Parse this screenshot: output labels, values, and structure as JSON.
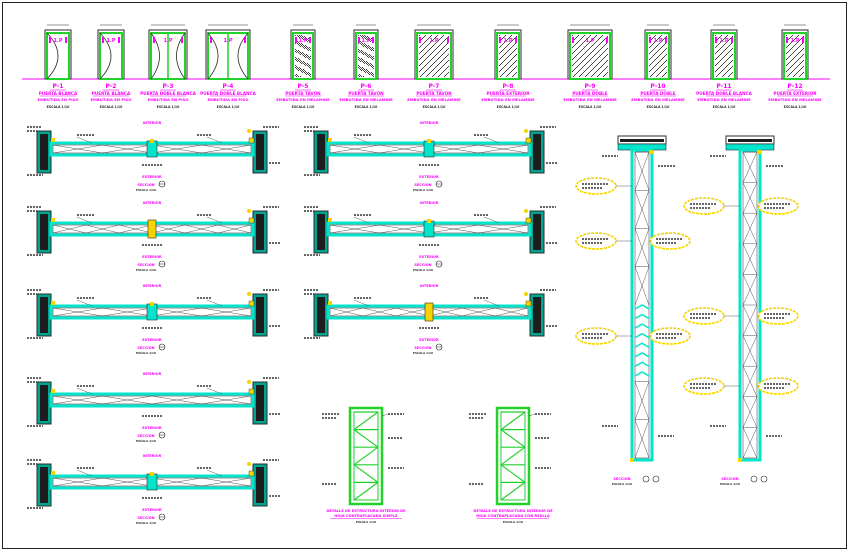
{
  "doors": [
    {
      "tag": "P-1",
      "title": "PUERTA BLANCA",
      "sub": "EMBUTIDA EN PISO",
      "dim": "1.P",
      "type": "single",
      "width": 22
    },
    {
      "tag": "P-2",
      "title": "PUERTA BLANCA",
      "sub": "EMBUTIDA EN PISO",
      "dim": "1.P",
      "type": "single",
      "width": 22
    },
    {
      "tag": "P-3",
      "title": "PUERTA DOBLE BLANCA",
      "sub": "EMBUTIDA EN PISO",
      "dim": "1.P",
      "type": "double",
      "width": 34
    },
    {
      "tag": "P-4",
      "title": "PUERTA DOBLE BLANCA",
      "sub": "EMBUTIDA EN PISO",
      "dim": "1.P",
      "type": "double",
      "width": 40
    },
    {
      "tag": "P-5",
      "title": "PUERTA TAVON",
      "sub": "EMBUTIDA EN MELAMINE",
      "dim": "1.P",
      "type": "dotted",
      "width": 20
    },
    {
      "tag": "P-6",
      "title": "PUERTA TAVON",
      "sub": "EMBUTIDA EN MELAMINE",
      "dim": "1.P",
      "type": "dotted",
      "width": 20
    },
    {
      "tag": "P-7",
      "title": "PUERTA TAVON",
      "sub": "EMBUTIDA EN MELAMINE",
      "dim": "1.P",
      "type": "dotted",
      "width": 34
    },
    {
      "tag": "P-8",
      "title": "PUERTA EXTERIOR",
      "sub": "EMBUTIDA EN MELAMINE",
      "dim": "1.P",
      "type": "dotted",
      "width": 22
    },
    {
      "tag": "P-9",
      "title": "PUERTA DOBLE",
      "sub": "EMBUTIDA EN MELAMINE",
      "dim": "1.P",
      "type": "dotted",
      "width": 40
    },
    {
      "tag": "P-10",
      "title": "PUERTA DOBLE",
      "sub": "EMBUTIDA EN MELAMINE",
      "dim": "1.P",
      "type": "dotted",
      "width": 22
    },
    {
      "tag": "P-11",
      "title": "PUERTA DOBLE BLANCA",
      "sub": "EMBUTIDA EN MELAMINE",
      "dim": "1.P",
      "type": "dotted",
      "width": 22
    },
    {
      "tag": "P-12",
      "title": "PUERTA EXTERIOR",
      "sub": "EMBUTIDA EN MELAMINE",
      "dim": "1.P",
      "type": "dotted",
      "width": 22
    }
  ],
  "sections": {
    "interior": "INTERIOR",
    "exterior": "EXTERIOR",
    "section_label": "SECCION",
    "scale": "ESCALA 1/10"
  },
  "trusses": [
    {
      "title": "DETALLE DE ESTRUCTURA INTERIOR DE",
      "sub": "HOJA CONTRAPLACADA SIMPLE"
    },
    {
      "title": "DETALLE DE ESTRUCTURA INTERIOR DE",
      "sub": "HOJA CONTRAPLACADA CON REJILLA"
    }
  ],
  "colors": {
    "cyan": "#00e5cc",
    "teal": "#00a592",
    "green": "#22d12a",
    "magenta": "#ff00ff",
    "yellow": "#f5d400",
    "dark": "#2b2b2b"
  }
}
